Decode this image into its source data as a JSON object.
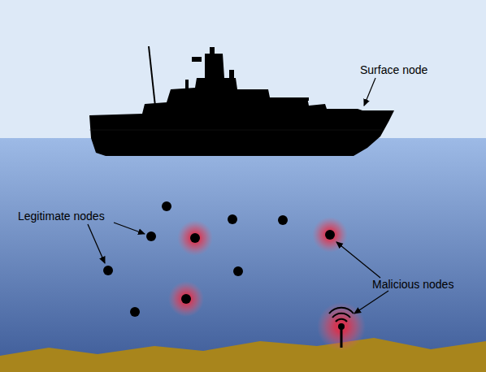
{
  "diagram": {
    "labels": [
      "Surface node",
      "Legitimate nodes",
      "Malicious nodes"
    ]
  }
}
